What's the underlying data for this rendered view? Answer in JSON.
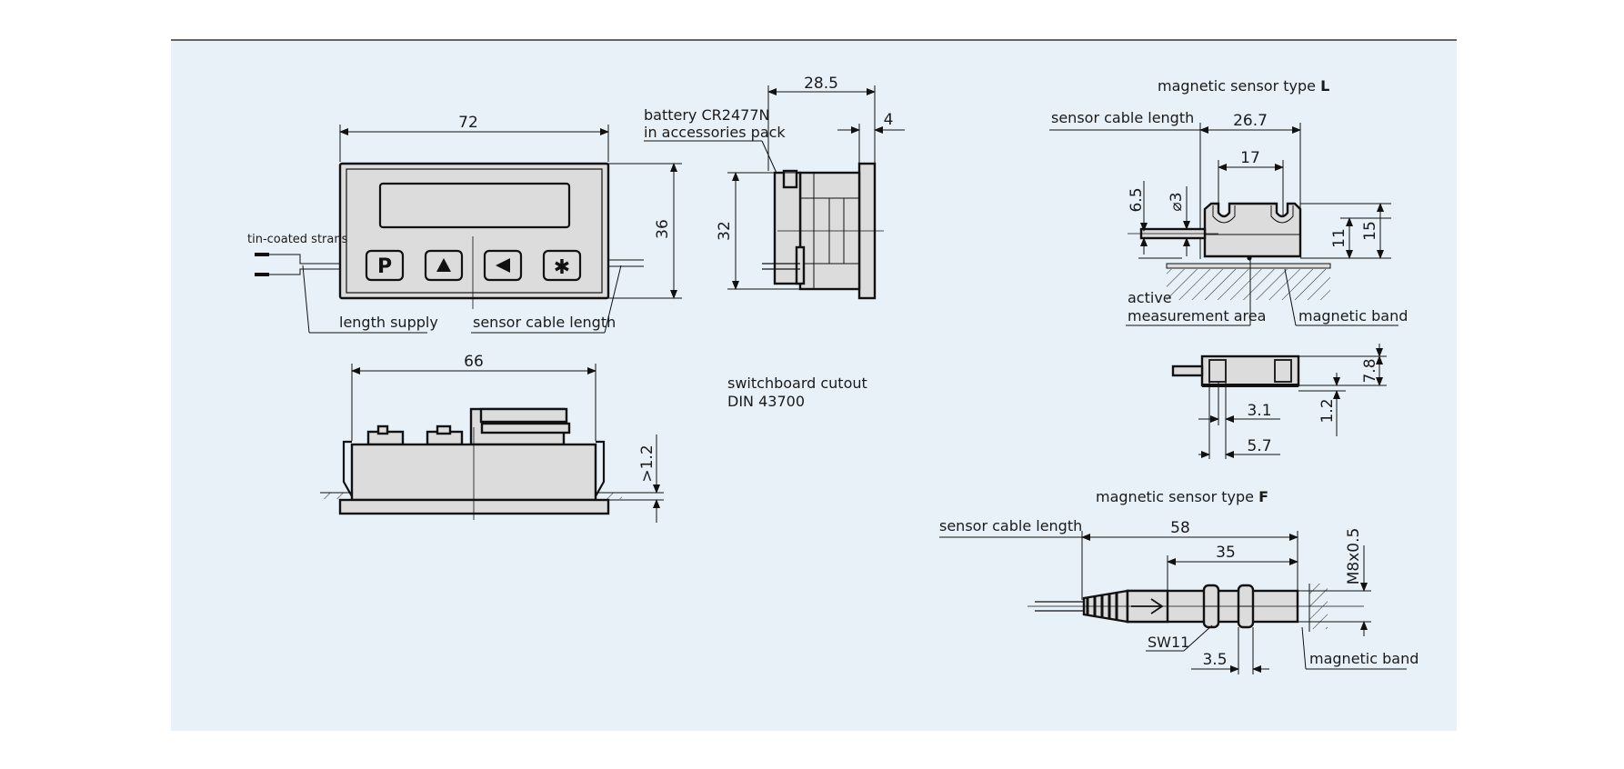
{
  "front_view": {
    "width": "72",
    "height": "36",
    "wire_label": "tin-coated strans",
    "length_supply": "length supply",
    "sensor_cable_length": "sensor cable length",
    "buttons": [
      "P",
      "▲",
      "◀",
      "✱"
    ]
  },
  "side_view": {
    "depth": "28.5",
    "front_thickness": "4",
    "height": "32",
    "battery_line1": "battery CR2477N",
    "battery_line2": "in accessories pack"
  },
  "bottom_view": {
    "width": "66",
    "panel": ">1.2"
  },
  "cutout": {
    "line1": "switchboard cutout",
    "line2": "DIN 43700"
  },
  "sensor_L": {
    "title": "magnetic sensor type ",
    "title_bold": "L",
    "sensor_cable_length": "sensor cable length",
    "d_267": "26.7",
    "d_17": "17",
    "d_65": "6.5",
    "d_phi3": "⌀3",
    "d_11": "11",
    "d_15": "15",
    "active1": "active",
    "active2": "measurement area",
    "magnetic_band": "magnetic band",
    "d_78": "7.8",
    "d_12": "1.2",
    "d_31": "3.1",
    "d_57": "5.7"
  },
  "sensor_F": {
    "title": "magnetic sensor type ",
    "title_bold": "F",
    "sensor_cable_length": "sensor cable length",
    "d_58": "58",
    "d_35": "35",
    "thread": "M8x0.5",
    "sw": "SW11",
    "d_35b": "3.5",
    "magnetic_band": "magnetic band"
  },
  "colors": {
    "background": "#e8f1f8",
    "part_fill": "#dcdcdc",
    "line": "#111111"
  }
}
